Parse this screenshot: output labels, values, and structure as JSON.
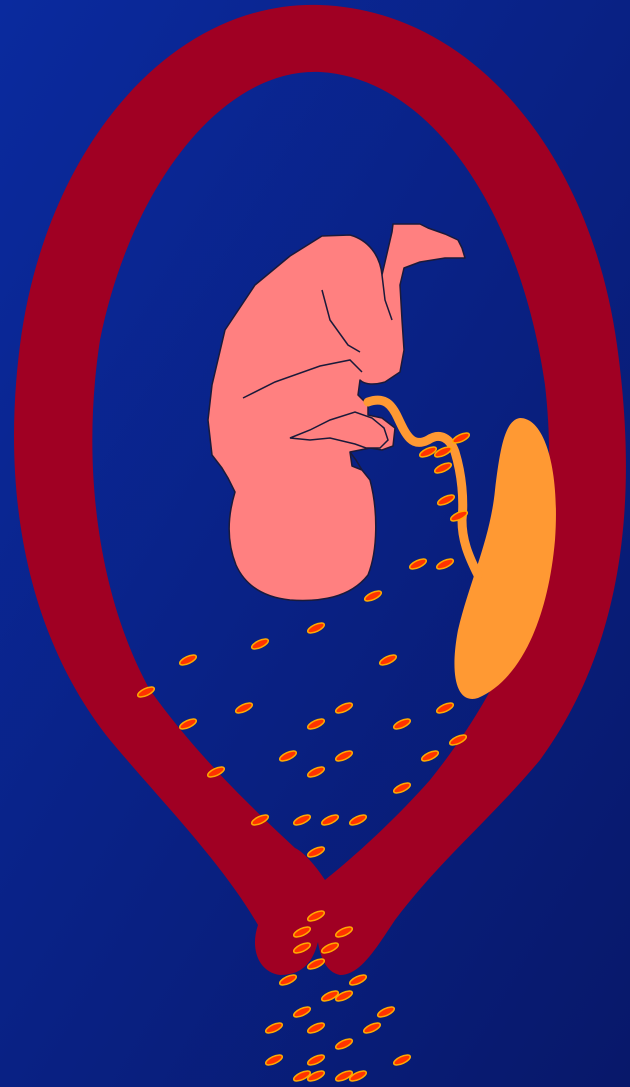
{
  "diagram": {
    "colors": {
      "background_light": "#0a2a9e",
      "background_dark": "#08186a",
      "uterus_wall": "#a00023",
      "fetus": "#ff8080",
      "fetus_outline": "#1a1a3a",
      "placenta": "#ff9933",
      "umbilical_cord": "#ff9933",
      "blood_cell_fill": "#ff3300",
      "blood_cell_stroke": "#ffaa00"
    },
    "parts": [
      "uterus-wall",
      "fetus",
      "umbilical-cord",
      "placenta",
      "blood-cells"
    ]
  }
}
